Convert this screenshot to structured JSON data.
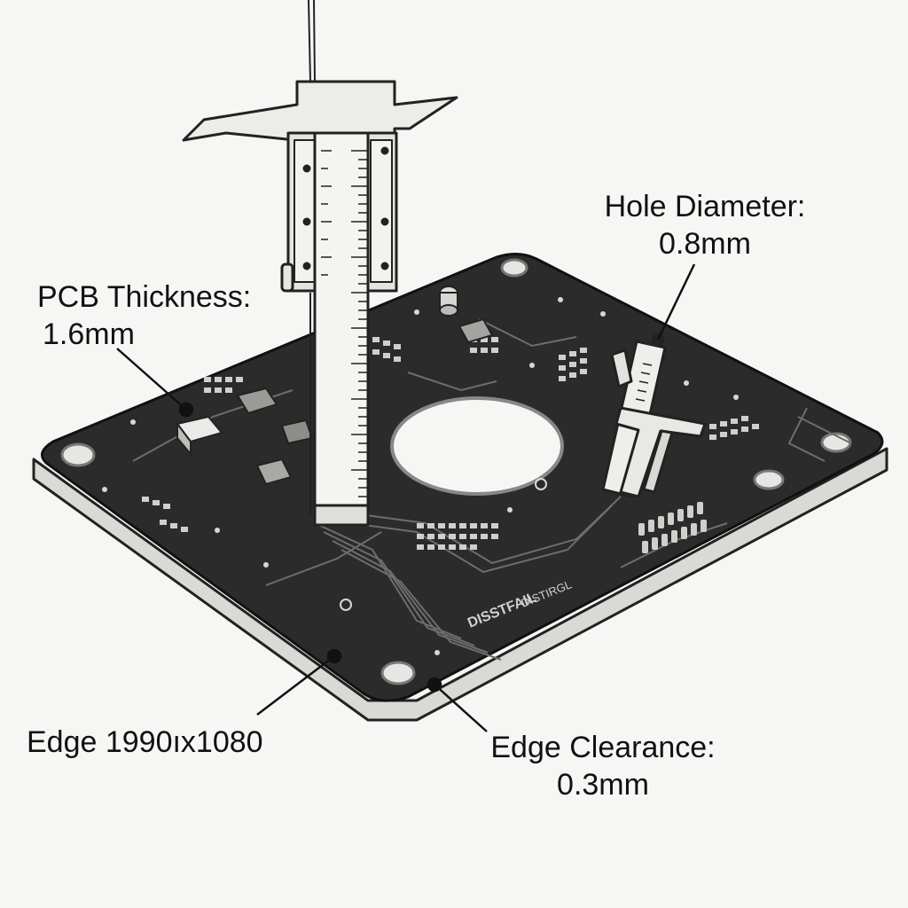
{
  "annotations": {
    "pcb_thickness": {
      "title": "PCB Thickness:",
      "value": "1.6mm"
    },
    "hole_diameter": {
      "title": "Hole Diameter:",
      "value": "0.8mm"
    },
    "edge_size": {
      "text": "Edge 1990ıx1080"
    },
    "edge_clearance": {
      "title": "Edge Clearance:",
      "value": "0.3mm"
    }
  },
  "board_markings": [
    "DISSTFAIL",
    "DISTIRGL"
  ],
  "colors": {
    "background": "#f6f6f4",
    "board": "#2b2b2b",
    "board_edge": "#d9d9d6",
    "caliper": "#e9e9e6",
    "ink": "#111111"
  },
  "icons": [
    "vertical-caliper-icon",
    "small-caliper-icon",
    "pcb-board-icon"
  ]
}
